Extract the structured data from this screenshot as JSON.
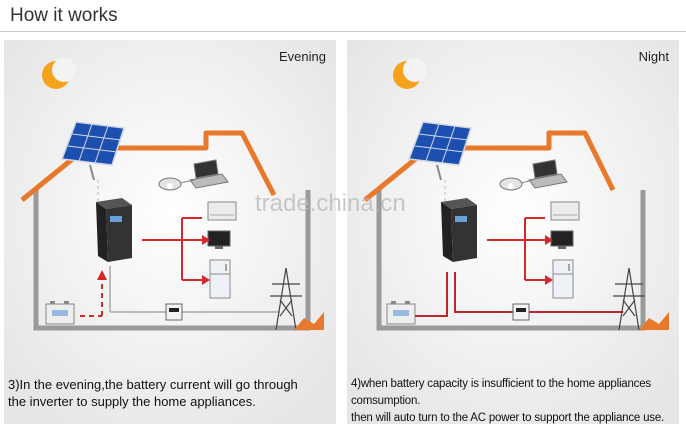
{
  "page_title": "How it works",
  "watermark": "trade.china.cn",
  "panels": [
    {
      "period": "Evening",
      "caption_line1": "3)In the evening,the battery current will go through",
      "caption_line2": "the inverter to supply the home appliances."
    },
    {
      "period": "Night",
      "caption_line1": "4)when battery capacity is insufficient to the home appliances comsumption.",
      "caption_line2": "then will auto turn to the AC power to support the appliance use."
    }
  ],
  "colors": {
    "roof": "#e8782b",
    "wall": "#9a9a9a",
    "flow": "#d6272c",
    "moon": "#f5a21d"
  },
  "icons": [
    "moon-icon",
    "solar-panel-icon",
    "inverter-icon",
    "laptop-icon",
    "light-icon",
    "air-conditioner-icon",
    "tv-icon",
    "fridge-icon",
    "battery-icon",
    "meter-icon",
    "power-tower-icon"
  ]
}
